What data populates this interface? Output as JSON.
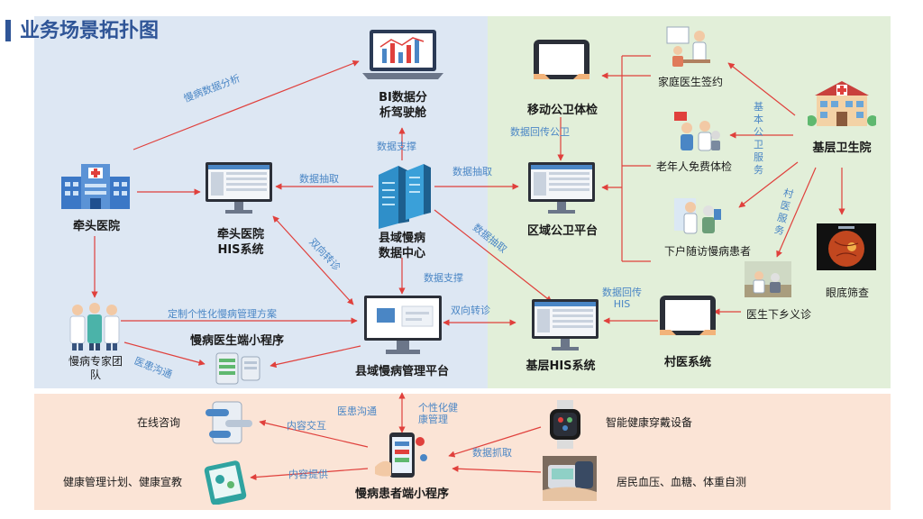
{
  "title": "业务场景拓扑图",
  "nodes": {
    "bi": [
      "BI数据分",
      "析驾驶舱"
    ],
    "qiantou": "牵头医院",
    "qt_his": [
      "牵头医院",
      "HIS系统"
    ],
    "datacenter": [
      "县域慢病",
      "数据中心"
    ],
    "platform": "县域慢病管理平台",
    "doctor_app": "慢病医生端小程序",
    "expert": [
      "慢病专家团",
      "队"
    ],
    "mobile_check": "移动公卫体检",
    "region_platform": "区域公卫平台",
    "base_his": "基层HIS系统",
    "village_sys": "村医系统",
    "health_center": "基层卫生院",
    "family_doc": "家庭医生签约",
    "elderly": "老年人免费体检",
    "visit": "下户随访慢病患者",
    "fundus": "眼底筛查",
    "doctor_down": "医生下乡义诊",
    "online": "在线咨询",
    "plan": "健康管理计划、健康宣教",
    "patient_app": "慢病患者端小程序",
    "wearable": "智能健康穿戴设备",
    "self_test": "居民血压、血糖、体重自测"
  },
  "labels": {
    "analysis": "慢病数据分析",
    "support1": "数据支撑",
    "extract1": "数据抽取",
    "extract2": "数据抽取",
    "extract3": "数据抽取",
    "referral1": "双向转诊",
    "support2": "数据支撑",
    "referral2": "双向转诊",
    "return1": "数据回传公卫",
    "return2": [
      "数据回传",
      "HIS"
    ],
    "plan_label": "定制个性化慢病管理方案",
    "comm1": "医患沟通",
    "basic_ph": "基本公卫服务",
    "village_service": "村医服务",
    "comm2": "医患沟通",
    "personal": [
      "个性化健",
      "康管理"
    ],
    "interact": "内容交互",
    "provide": "内容提供",
    "capture": "数据抓取"
  },
  "colors": {
    "title": "#2f5597",
    "blue_zone": "#dde7f3",
    "green_zone": "#e2efd9",
    "peach_zone": "#fbe4d6",
    "arrow": "#e0403c",
    "label": "#4a86c5"
  }
}
